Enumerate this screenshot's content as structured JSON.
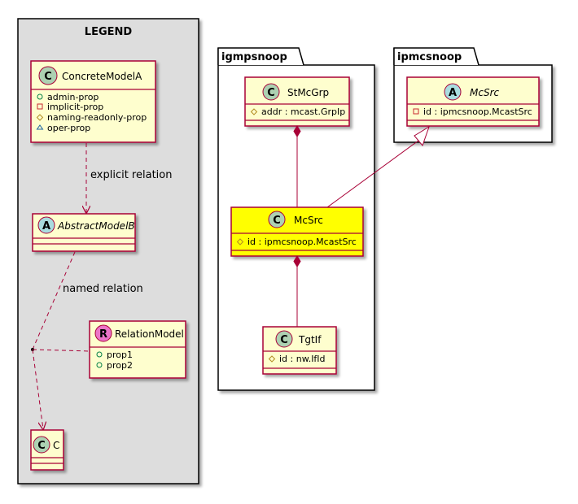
{
  "legend": {
    "title": "LEGEND",
    "concrete_model": {
      "stereo": "C",
      "name": "ConcreteModelA",
      "attributes": [
        {
          "vis": "+",
          "text": "admin-prop"
        },
        {
          "vis": "-",
          "text": "implicit-prop"
        },
        {
          "vis": "#",
          "text": "naming-readonly-prop"
        },
        {
          "vis": "~",
          "text": "oper-prop"
        }
      ]
    },
    "abstract_model": {
      "stereo": "A",
      "name": "AbstractModelB"
    },
    "relation_model": {
      "stereo": "R",
      "name": "RelationModel",
      "attributes": [
        {
          "vis": "+",
          "text": "prop1"
        },
        {
          "vis": "+",
          "text": "prop2"
        }
      ]
    },
    "c_class": {
      "stereo": "C",
      "name": "C"
    },
    "explicit_relation_label": "explicit relation",
    "named_relation_label": "named relation"
  },
  "packages": {
    "igmpsnoop": {
      "name": "igmpsnoop",
      "stmcgrp": {
        "stereo": "C",
        "name": "StMcGrp",
        "attr_vis": "#",
        "attr": "addr : mcast.GrpIp"
      },
      "mcsrc": {
        "stereo": "C",
        "name": "McSrc",
        "attr_vis": "#",
        "attr": "id : ipmcsnoop.McastSrc"
      },
      "tgtif": {
        "stereo": "C",
        "name": "TgtIf",
        "attr_vis": "#",
        "attr": "id : nw.IfId"
      }
    },
    "ipmcsnoop": {
      "name": "ipmcsnoop",
      "mcsrc": {
        "stereo": "A",
        "name": "McSrc",
        "attr_vis": "-",
        "attr": "id : ipmcsnoop.McastSrc"
      }
    }
  },
  "colors": {
    "class_fill": "#FEFECE",
    "class_border": "#A80036",
    "highlight_fill": "#FFFF00",
    "legend_bg": "#DDDDDD",
    "circle_class": "#ADD1B2",
    "circle_abstract": "#A9DCDF",
    "circle_relation": "#EB74C8",
    "edge": "#A80036"
  }
}
